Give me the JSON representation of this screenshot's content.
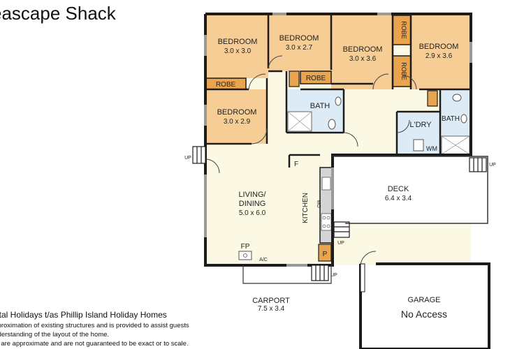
{
  "title": "eascape Shack",
  "footer": {
    "company": "astal Holidays t/as Phillip Island Holiday Homes",
    "line1": "approximation of existing structures and is provided to assist guests",
    "line2": "understanding of the layout of the home.",
    "line3": "nts are approximate and are not guaranteed to be exact or to scale."
  },
  "rooms": {
    "bedroom1": {
      "name": "BEDROOM",
      "size": "3.0 x 3.0"
    },
    "bedroom2": {
      "name": "BEDROOM",
      "size": "3.0 x 2.7"
    },
    "bedroom3": {
      "name": "BEDROOM",
      "size": "3.0 x 3.6"
    },
    "bedroom4": {
      "name": "BEDROOM",
      "size": "2.9 x 3.6"
    },
    "bedroom5": {
      "name": "BEDROOM",
      "size": "3.0 x 2.9"
    },
    "living": {
      "name1": "LIVING/",
      "name2": "DINING",
      "size": "5.0 x 6.0"
    },
    "kitchen": "KITCHEN",
    "bath1": "BATH",
    "bath2": "BATH",
    "laundry": "L'DRY",
    "deck": {
      "name": "DECK",
      "size": "6.4 x 3.4"
    },
    "carport": {
      "name": "CARPORT",
      "size": "7.5 x 3.4"
    },
    "garage": {
      "name": "GARAGE",
      "note": "No Access"
    }
  },
  "labels": {
    "robe": "ROBE",
    "up": "UP",
    "fp": "FP",
    "ac": "A/C",
    "f": "F",
    "p": "P",
    "wm": "WM",
    "mo": "MO"
  },
  "colors": {
    "bedroom": "#f6cd95",
    "robe": "#e8a44e",
    "living": "#fbf8e4",
    "wet": "#dcebf6",
    "wall": "#1c1c1c"
  }
}
